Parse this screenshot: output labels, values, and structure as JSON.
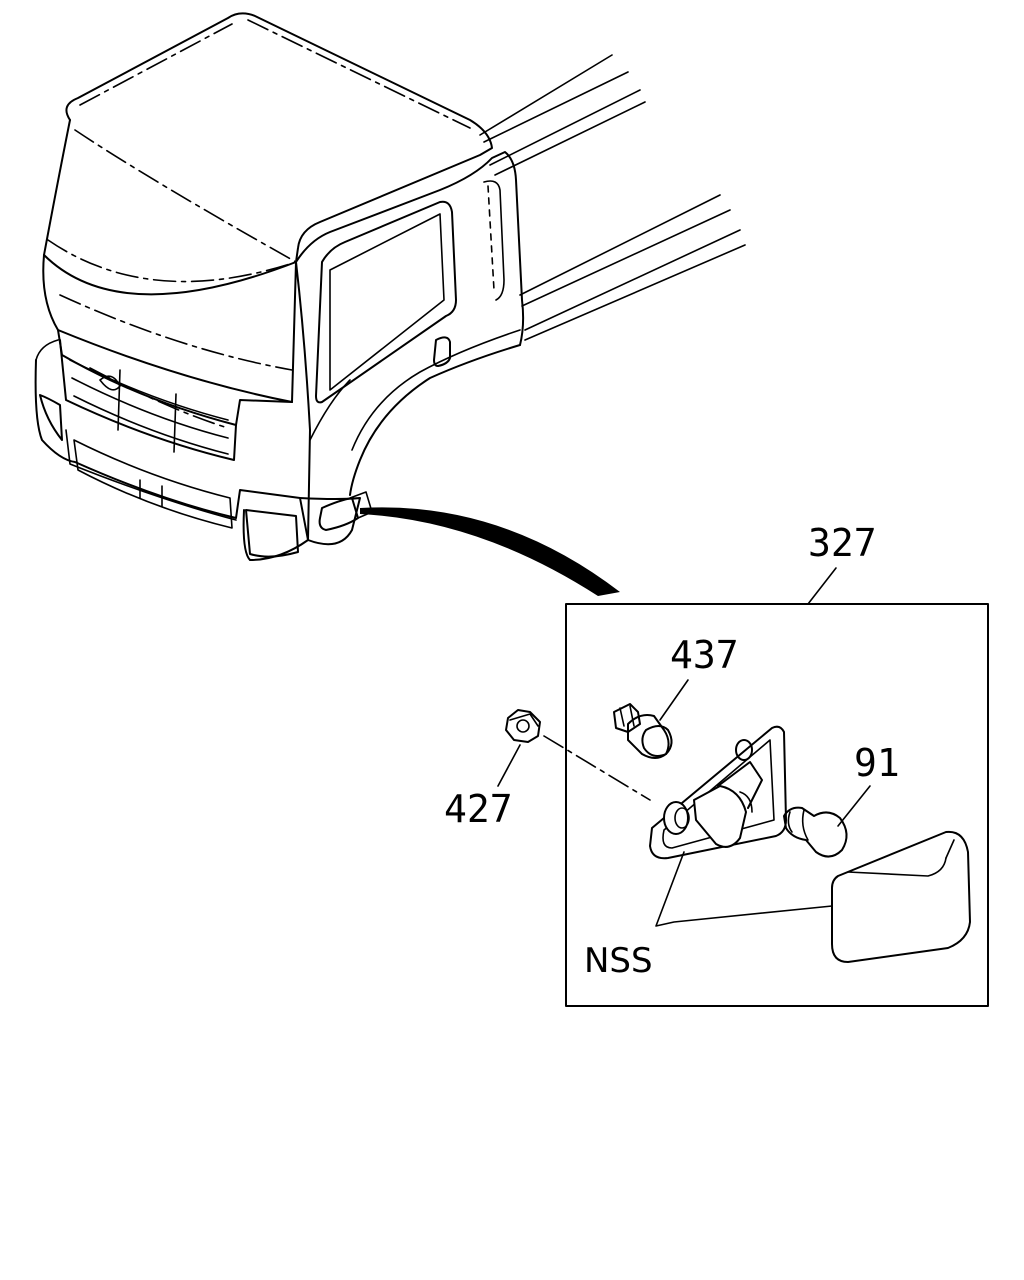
{
  "callouts": {
    "assembly": "327",
    "socket": "437",
    "nut": "427",
    "bulb": "91",
    "nss": "NSS"
  }
}
